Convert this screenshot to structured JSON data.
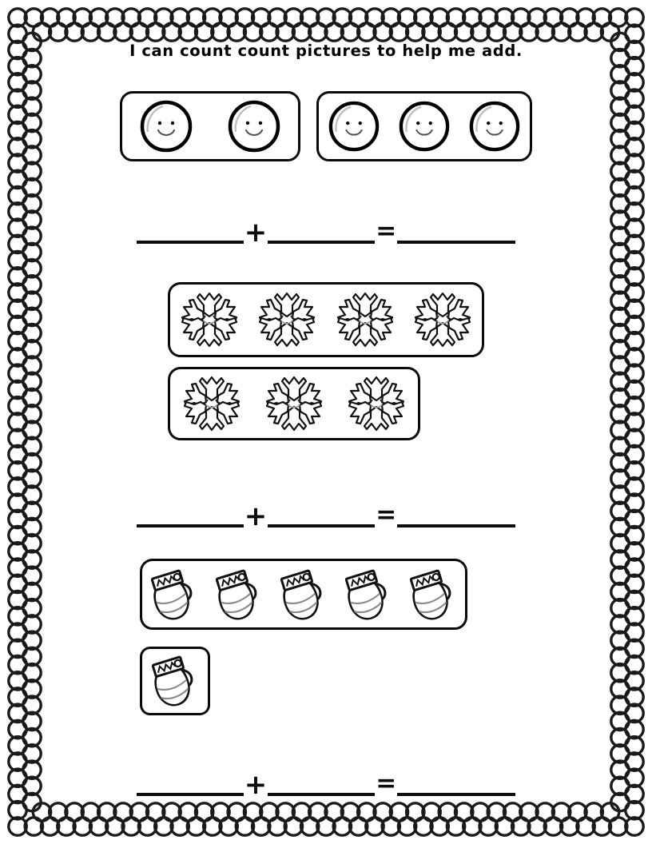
{
  "page": {
    "title": "I can count count pictures to help me add.",
    "border_style": "bubble-scallop",
    "ink_color": "#0a0a0a",
    "background_color": "#ffffff"
  },
  "problems": [
    {
      "id": "problem-1",
      "picture_name": "snowball",
      "groups": [
        {
          "label": "group-a",
          "count": 2
        },
        {
          "label": "group-b",
          "count": 3
        }
      ],
      "equation": {
        "addend_one": "",
        "plus_sign": "+",
        "addend_two": "",
        "equals_sign": "=",
        "sum": ""
      }
    },
    {
      "id": "problem-2",
      "picture_name": "snowflake",
      "groups": [
        {
          "label": "group-a",
          "count": 4
        },
        {
          "label": "group-b",
          "count": 3
        }
      ],
      "equation": {
        "addend_one": "",
        "plus_sign": "+",
        "addend_two": "",
        "equals_sign": "=",
        "sum": ""
      }
    },
    {
      "id": "problem-3",
      "picture_name": "mitten",
      "groups": [
        {
          "label": "group-a",
          "count": 5
        },
        {
          "label": "group-b",
          "count": 1
        }
      ],
      "equation": {
        "addend_one": "",
        "plus_sign": "+",
        "addend_two": "",
        "equals_sign": "=",
        "sum": ""
      }
    }
  ]
}
